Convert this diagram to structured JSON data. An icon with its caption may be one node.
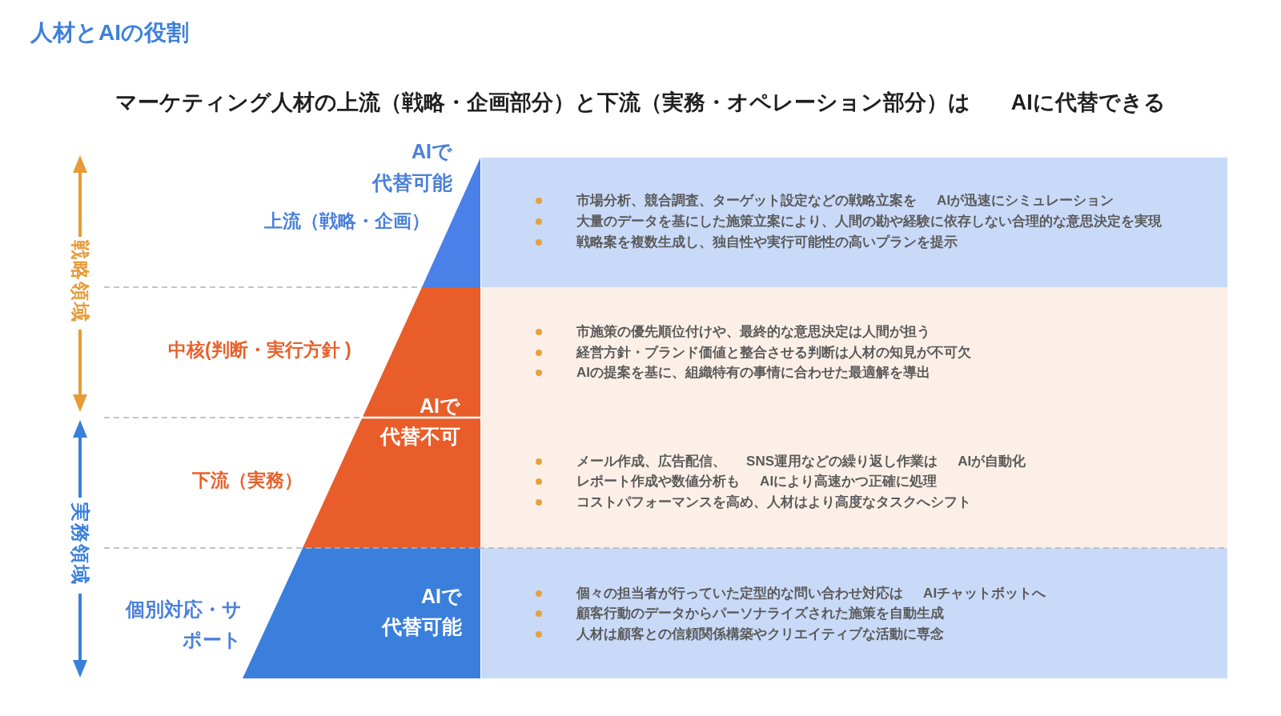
{
  "diagram": {
    "title": "人材とAIの役割",
    "nodes": [
      {
        "text": [],
        "shape": "triangle",
        "beside": [
          "AIで代替可能",
          "上流（戦略・企画）"
        ]
      },
      {
        "text": [
          "AIで代替不可"
        ],
        "beside": [
          "中核(判断・実行方針 )",
          "下流（実務）"
        ]
      },
      {
        "text": [
          "AIで代替可能"
        ],
        "beside": [
          "個別対応・サポート"
        ]
      },
      {
        "text": [
          "市場分析、競合調査、ターゲット設定などの戦略立案を AIが迅速にシミュレーション",
          "大量のデータを基にした施策立案により、人間の勘や経験に依存しない合理的な意思決定を実現",
          "戦略案を複数生成し、独自性や実行可能性の高いプランを提示"
        ]
      },
      {
        "text": [
          "市施策の優先順位付けや、最終的な意思決定は人間が担う",
          "経営方針・ブランド価値と整合させる判断は人材の知見が不可欠",
          "AIの提案を基に、組織特有の事情に合わせた最適解を導出",
          "メール作成、広告配信、 SNS運用などの繰り返し作業は AIが自動化",
          "レポート作成や数値分析も AIにより高速かつ正確に処理",
          "コストパフォーマンスを高め、人材はより高度なタスクへシフト"
        ]
      },
      {
        "text": [
          "個々の担当者が行っていた定型的な問い合わせ対応は AIチャットボットへ",
          "顧客行動のデータからパーソナライズされた施策を自動生成",
          "人材は顧客との信頼関係構築やクリエイティブな活動に専念"
        ]
      }
    ],
    "labels": [
      "マーケティング人材の上流（戦略・企画部分）と下流（実務・オペレーション部分）は AIに代替できる",
      "戦略領域",
      "実務領域"
    ]
  }
}
